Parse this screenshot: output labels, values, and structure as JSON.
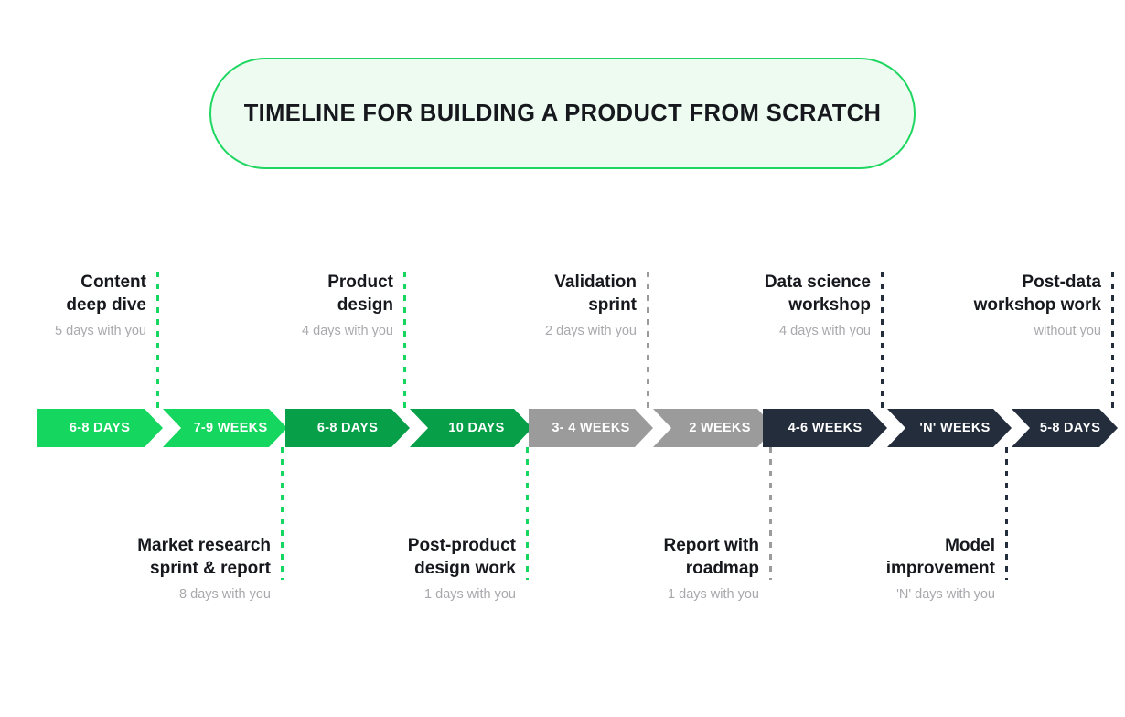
{
  "title": {
    "text": "TIMELINE FOR BUILDING A PRODUCT FROM SCRATCH",
    "background": "#edfbf1",
    "border_color": "#1fd760",
    "text_color": "#16181d"
  },
  "palette": {
    "bright_green": "#15d65e",
    "deep_green": "#079f47",
    "gray": "#9b9b9b",
    "navy": "#242d3c",
    "muted_text": "#a9a9ad",
    "heading_text": "#16181d"
  },
  "chart_data": {
    "type": "timeline",
    "title": "TIMELINE FOR BUILDING A PRODUCT FROM SCRATCH",
    "orientation": "horizontal",
    "groups": [
      {
        "name": "discovery",
        "color": "#15d65e",
        "connector_color": "#15d65e",
        "segments": [
          {
            "duration": "6-8 DAYS",
            "position": "above",
            "label_line1": "Content",
            "label_line2": "deep dive",
            "sub": "5 days with you"
          },
          {
            "duration": "7-9 WEEKS",
            "position": "below",
            "label_line1": "Market research",
            "label_line2": "sprint & report",
            "sub": "8 days with you"
          }
        ]
      },
      {
        "name": "design",
        "color": "#079f47",
        "connector_color": "#15d65e",
        "segments": [
          {
            "duration": "6-8 DAYS",
            "position": "above",
            "label_line1": "Product",
            "label_line2": "design",
            "sub": "4 days with you"
          },
          {
            "duration": "10 DAYS",
            "position": "below",
            "label_line1": "Post-product",
            "label_line2": "design work",
            "sub": "1 days with you"
          }
        ]
      },
      {
        "name": "validation",
        "color": "#9b9b9b",
        "connector_color": "#9b9b9b",
        "segments": [
          {
            "duration": "3- 4 WEEKS",
            "position": "above",
            "label_line1": "Validation",
            "label_line2": "sprint",
            "sub": "2 days with you"
          },
          {
            "duration": "2 WEEKS",
            "position": "below",
            "label_line1": "Report with",
            "label_line2": "roadmap",
            "sub": "1 days with you"
          }
        ]
      },
      {
        "name": "data-science",
        "color": "#242d3c",
        "connector_color": "#242d3c",
        "segments": [
          {
            "duration": "4-6 WEEKS",
            "position": "above",
            "label_line1": "Data science",
            "label_line2": "workshop",
            "sub": "4 days with you"
          },
          {
            "duration": "'N' WEEKS",
            "position": "below",
            "label_line1": "Model",
            "label_line2": "improvement",
            "sub": "'N' days with you"
          },
          {
            "duration": "5-8 DAYS",
            "position": "above",
            "label_line1": "Post-data",
            "label_line2": "workshop work",
            "sub": "without you"
          }
        ]
      }
    ]
  }
}
